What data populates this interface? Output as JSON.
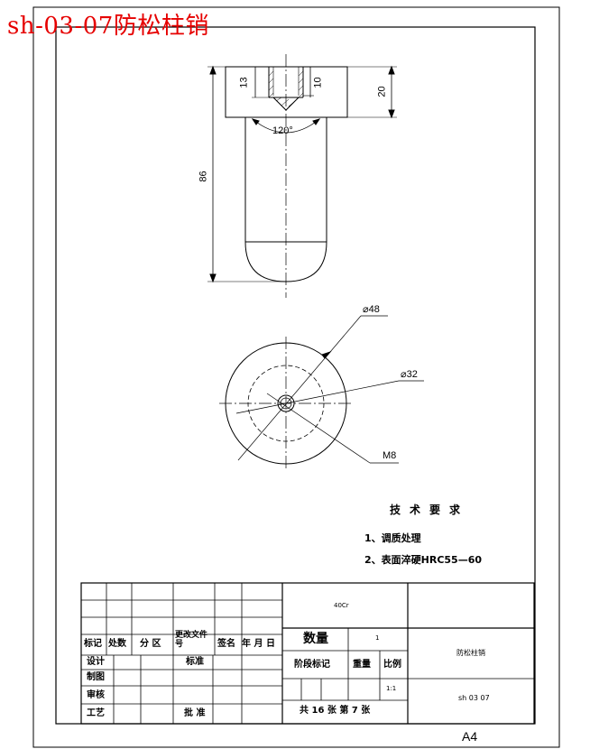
{
  "title": "sh-03-07防松柱销",
  "dims": {
    "d13": "13",
    "d10": "10",
    "d20": "20",
    "d86": "86",
    "angle": "120°",
    "dia48": "⌀48",
    "dia32": "⌀32",
    "m8": "M8"
  },
  "tech_requirements": {
    "heading": "技术要求",
    "items": [
      "1、调质处理",
      "2、表面淬硬HRC55—60"
    ]
  },
  "title_block": {
    "material": "40Cr",
    "headers": {
      "mark": "标记",
      "count": "处数",
      "zone": "分 区",
      "doc_no": "更改文件号",
      "sign": "签名",
      "date": "年 月 日"
    },
    "rows": {
      "design": "设计",
      "standard": "标准",
      "draw": "制图",
      "check": "审核",
      "process": "工艺",
      "approve": "批 准"
    },
    "quantity_label": "数量",
    "quantity_value": "1",
    "stage_label": "阶段标记",
    "weight_label": "重量",
    "scale_label": "比例",
    "scale_value": "1:1",
    "sheets_text": "共 16 张   第 7 张",
    "part_name": "防松柱销",
    "drawing_no": "sh 03 07"
  },
  "sheet_size": "A4"
}
